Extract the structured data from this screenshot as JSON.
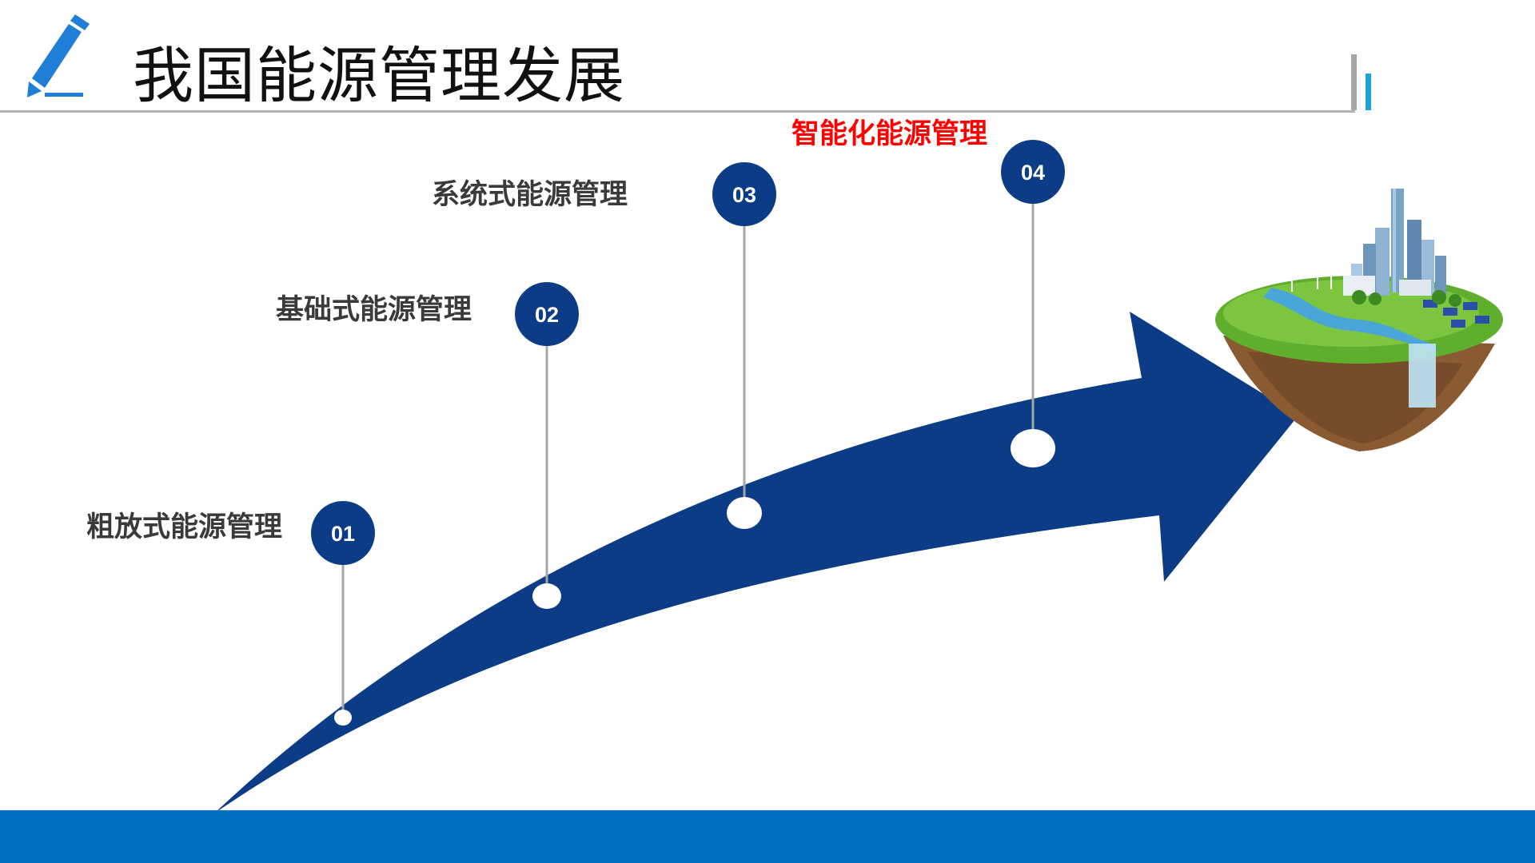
{
  "slide": {
    "title": "我国能源管理发展",
    "icon": "pencil-icon"
  },
  "colors": {
    "arrow": "#0b3c85",
    "circle": "#0b3c85",
    "connector": "#a6a6a6",
    "highlight_text": "#ff0000",
    "label_text": "#3a3a3a",
    "bottom_band": "#0070c0",
    "accent_bar": "#1aa1d9"
  },
  "stages": [
    {
      "number": "01",
      "label": "粗放式能源管理",
      "highlight": false
    },
    {
      "number": "02",
      "label": "基础式能源管理",
      "highlight": false
    },
    {
      "number": "03",
      "label": "系统式能源管理",
      "highlight": false
    },
    {
      "number": "04",
      "label": "智能化能源管理",
      "highlight": true
    }
  ],
  "illustration": {
    "name": "floating-island-city",
    "elements": [
      "skyscrapers",
      "wind-turbines",
      "solar-panels",
      "river",
      "waterfall",
      "grass",
      "soil"
    ]
  }
}
